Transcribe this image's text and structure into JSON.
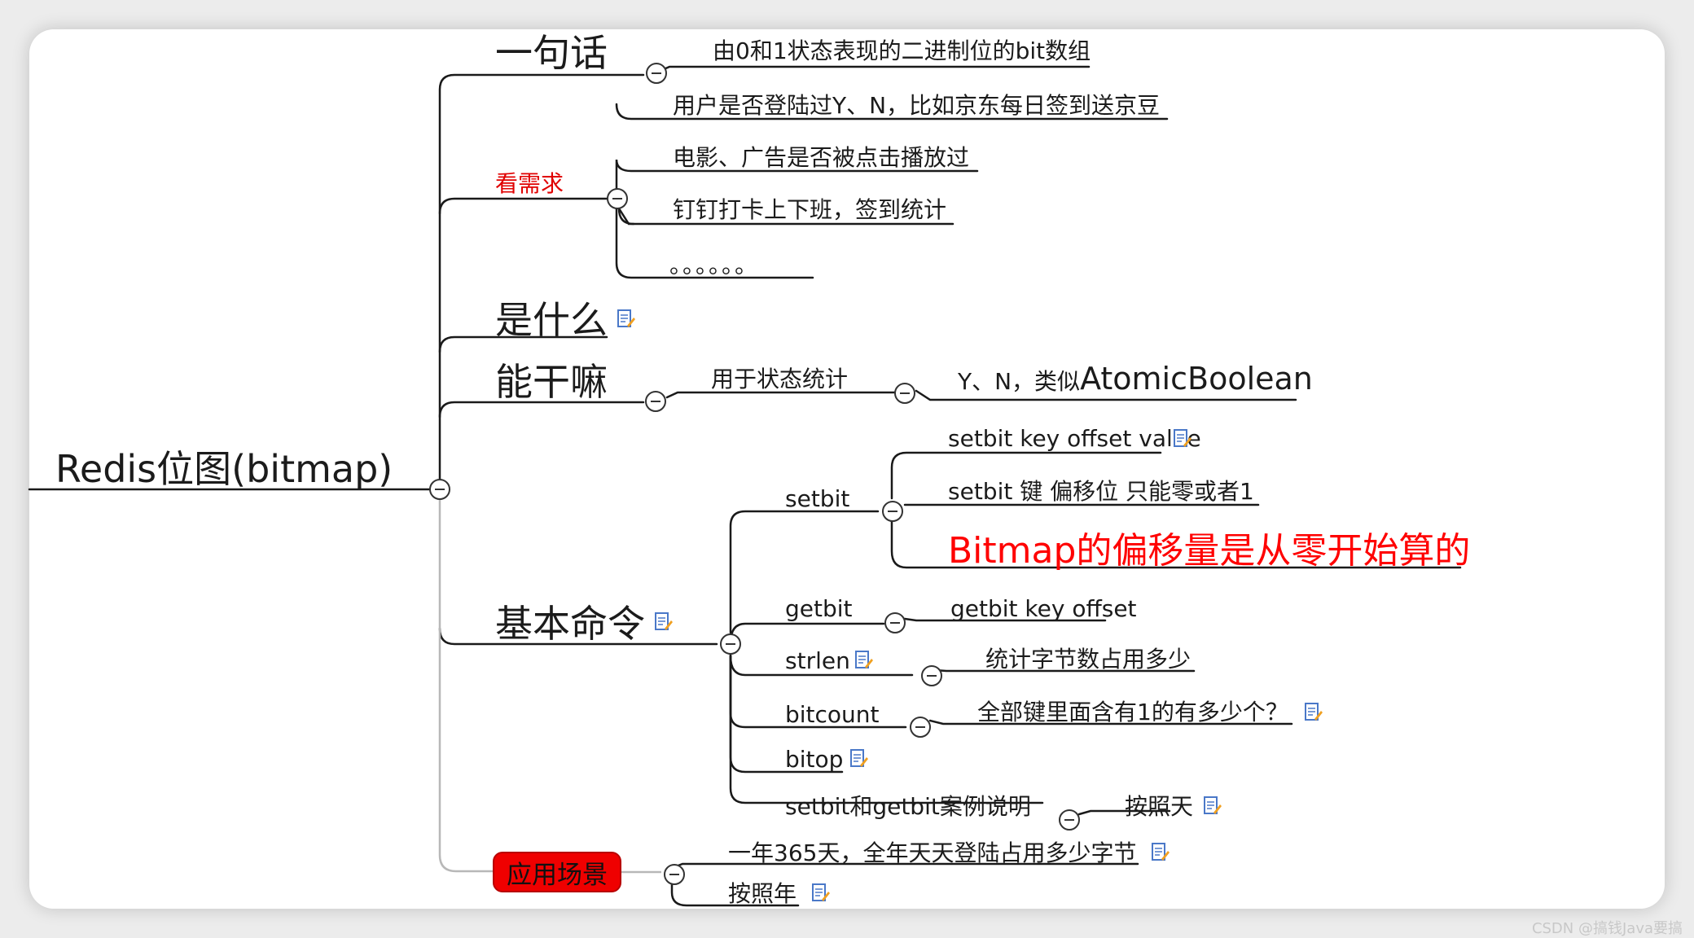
{
  "root": "Redis位图(bitmap)",
  "branches": {
    "yijuhua": {
      "label": "一句话",
      "child": "由0和1状态表现的二进制位的bit数组"
    },
    "kanxuqiu": {
      "label": "看需求",
      "children": [
        "用户是否登陆过Y、N，比如京东每日签到送京豆",
        "电影、广告是否被点击播放过",
        "钉钉打卡上下班，签到统计",
        "。。。。。。"
      ]
    },
    "shishenme": {
      "label": "是什么"
    },
    "nenganma": {
      "label": "能干嘛",
      "child": "用于状态统计",
      "grandchild_prefix": "Y、N，类似",
      "grandchild_main": "AtomicBoolean"
    },
    "jibenmingling": {
      "label": "基本命令",
      "setbit": {
        "label": "setbit",
        "children": [
          "setbit key offset value",
          "setbit 键   偏移位  只能零或者1",
          "Bitmap的偏移量是从零开始算的"
        ]
      },
      "getbit": {
        "label": "getbit",
        "child": "getbit key offset"
      },
      "strlen": {
        "label": "strlen",
        "child": "统计字节数占用多少"
      },
      "bitcount": {
        "label": "bitcount",
        "child": "全部键里面含有1的有多少个？"
      },
      "bitop": {
        "label": "bitop"
      },
      "example": {
        "label": "setbit和getbit案例说明",
        "child": "按照天"
      }
    },
    "yingyong": {
      "label": "应用场景",
      "children": [
        "一年365天，全年天天登陆占用多少字节",
        "按照年"
      ]
    }
  },
  "watermark": "CSDN @搞钱Java要搞",
  "colors": {
    "line": "#1a1a1a",
    "line_light": "#b8b8b8",
    "accent_red": "#ff0000",
    "badge": "#ef0000",
    "note_blue": "#4a78c8",
    "note_orange": "#f0a020"
  },
  "icons": [
    "minus-toggle-icon",
    "note-icon"
  ]
}
